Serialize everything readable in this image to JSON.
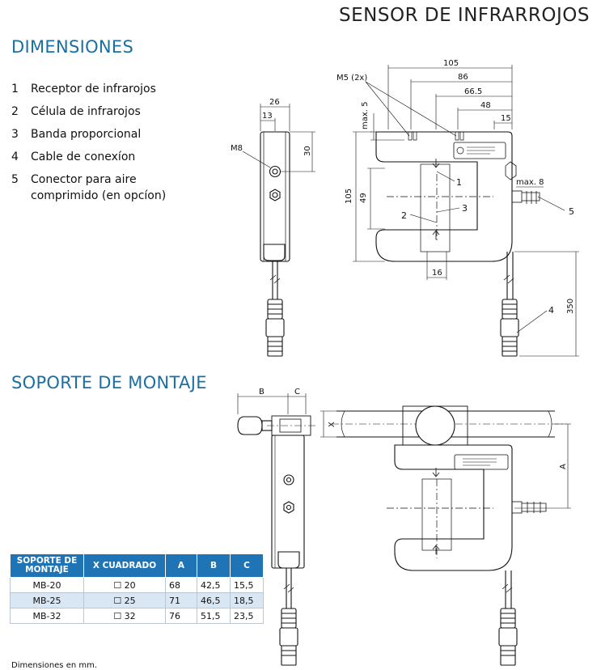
{
  "page_title": "SENSOR DE INFRARROJOS",
  "sections": {
    "dimensions": "DIMENSIONES",
    "mount": "SOPORTE DE MONTAJE"
  },
  "legend": [
    {
      "num": "1",
      "label": "Receptor de infrarojos"
    },
    {
      "num": "2",
      "label": "Célula de infrarojos"
    },
    {
      "num": "3",
      "label": "Banda proporcional"
    },
    {
      "num": "4",
      "label": "Cable de conexíon"
    },
    {
      "num": "5",
      "label": "Conector para aire comprimido (en opcíon)"
    }
  ],
  "drawing_labels": {
    "side_width": "26",
    "side_inner": "13",
    "side_hole_drop": "30",
    "thread_m8": "M8",
    "thread_m5": "M5 (2x)",
    "overall_width": "105",
    "dim_86": "86",
    "dim_66_5": "66.5",
    "dim_48": "48",
    "dim_15": "15",
    "max_5": "max. 5",
    "max_8": "max. 8",
    "overall_height": "105",
    "slot_height": "49",
    "slot_width": "16",
    "cable_len": "350",
    "callout_1": "1",
    "callout_2": "2",
    "callout_3": "3",
    "callout_4": "4",
    "callout_5": "5",
    "dim_b": "B",
    "dim_c": "C",
    "dim_x": "X",
    "dim_a": "A"
  },
  "table": {
    "headers": [
      "SOPORTE DE MONTAJE",
      "X CUADRADO",
      "A",
      "B",
      "C"
    ],
    "rows": [
      [
        "MB-20",
        "☐ 20",
        "68",
        "42,5",
        "15,5"
      ],
      [
        "MB-25",
        "☐ 25",
        "71",
        "46,5",
        "18,5"
      ],
      [
        "MB-32",
        "☐ 32",
        "76",
        "51,5",
        "23,5"
      ]
    ]
  },
  "footnote": "Dimensiones en mm.",
  "colors": {
    "accent": "#1c6fa3",
    "table_header": "#1f74b6",
    "table_alt": "#d9e6f3"
  }
}
